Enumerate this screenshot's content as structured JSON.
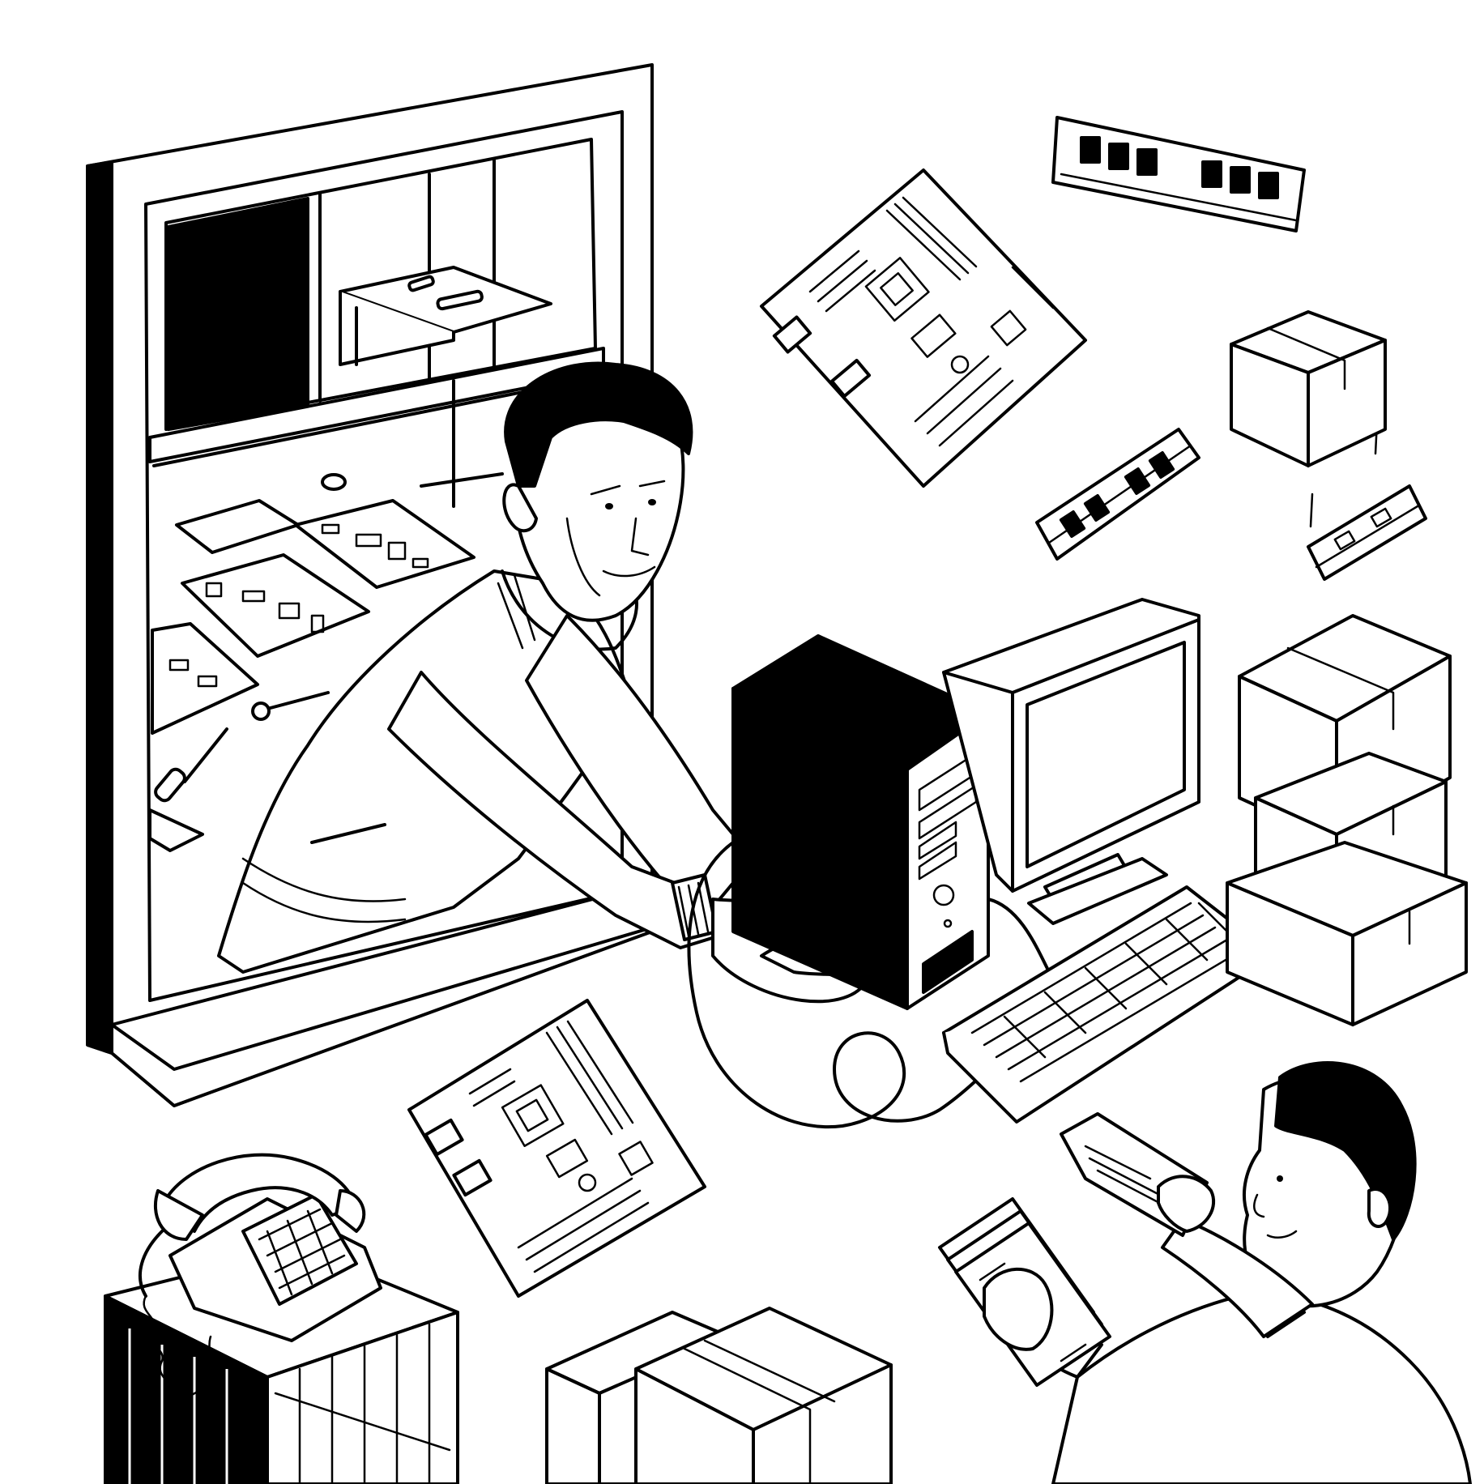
{
  "scene": {
    "style": "black-and-white line illustration",
    "palette": {
      "ink": "#000000",
      "paper": "#ffffff"
    },
    "text_visible": "none",
    "objects": [
      "service-window",
      "workshop-interior",
      "technician",
      "computer-tower",
      "crt-monitor",
      "keyboard",
      "cable",
      "motherboard",
      "ram-module",
      "cardboard-box",
      "desk-telephone",
      "wooden-crate",
      "customer",
      "banknotes",
      "cheque"
    ]
  }
}
